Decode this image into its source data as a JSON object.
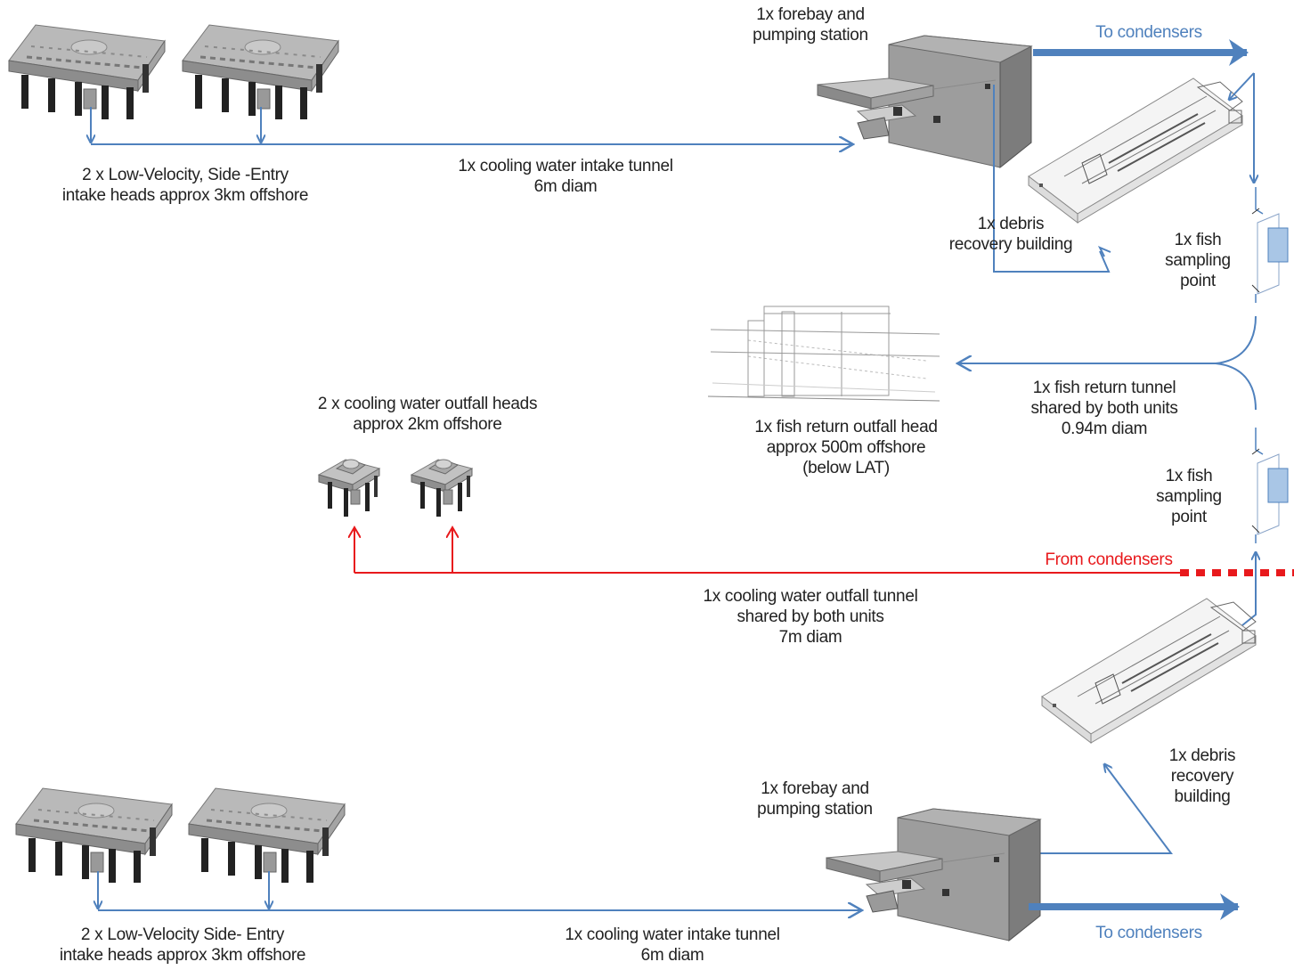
{
  "colors": {
    "flow_blue": "#4f81bd",
    "outfall_red": "#e8191c",
    "structure_grey": "#9a9a9a",
    "text": "#222222"
  },
  "top_unit": {
    "intake_heads": {
      "line1": "2 x Low-Velocity, Side -Entry",
      "line2": "intake heads approx 3km offshore",
      "count": 2
    },
    "intake_tunnel": {
      "line1": "1x cooling water intake tunnel",
      "line2": "6m diam"
    },
    "forebay": {
      "line1": "1x forebay and",
      "line2": "pumping station"
    },
    "to_condensers": "To condensers",
    "debris": {
      "line1": "1x debris",
      "line2": "recovery building"
    },
    "fish_sampling": {
      "line1": "1x fish",
      "line2": "sampling",
      "line3": "point"
    }
  },
  "shared": {
    "fish_return_tunnel": {
      "line1": "1x fish return tunnel",
      "line2": "shared by both units",
      "line3": "0.94m diam"
    },
    "fish_return_head": {
      "line1": "1x fish return outfall head",
      "line2": "approx 500m offshore",
      "line3": "(below LAT)"
    },
    "outfall_heads": {
      "line1": "2 x cooling water outfall heads",
      "line2": "approx 2km offshore",
      "count": 2
    },
    "from_condensers": "From condensers",
    "outfall_tunnel": {
      "line1": "1x cooling water outfall tunnel",
      "line2": "shared by both units",
      "line3": "7m diam"
    },
    "fish_sampling_2": {
      "line1": "1x fish",
      "line2": "sampling",
      "line3": "point"
    }
  },
  "bottom_unit": {
    "intake_heads": {
      "line1": "2 x Low-Velocity Side- Entry",
      "line2": "intake heads approx 3km offshore",
      "count": 2
    },
    "intake_tunnel": {
      "line1": "1x cooling water intake tunnel",
      "line2": "6m diam"
    },
    "forebay": {
      "line1": "1x forebay and",
      "line2": "pumping station"
    },
    "to_condensers": "To condensers",
    "debris": {
      "line1": "1x debris",
      "line2": "recovery",
      "line3": "building"
    }
  },
  "icons": {
    "intake_head": "intake-head-structure-icon",
    "outfall_head": "outfall-head-structure-icon",
    "forebay": "forebay-pumping-station-icon",
    "debris_building": "debris-recovery-building-icon",
    "fish_sampler": "fish-sampling-point-icon",
    "section_drawing": "fish-return-section-drawing-icon"
  }
}
